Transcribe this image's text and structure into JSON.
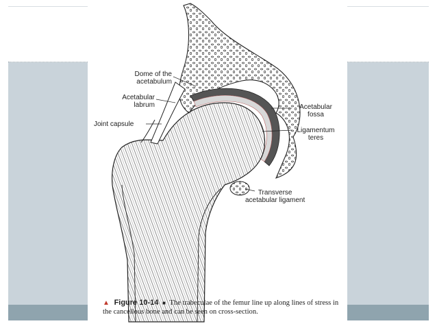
{
  "labels": {
    "dome": "Dome of the\nacetabulum",
    "labrum": "Acetabular\nlabrum",
    "capsule": "Joint capsule",
    "fossa": "Acetabular\nfossa",
    "teres": "Ligamentum\nteres",
    "transverse": "Transverse\nacetabular ligament"
  },
  "caption": {
    "figure_number": "Figure 10-14",
    "separator": "■",
    "text": "The trabeculae of the femur line up along lines of stress in the cancellous bone and can be seen on cross-section."
  },
  "colors": {
    "band": "#c9d3da",
    "band_dark": "#8fa4ae",
    "triangle": "#c0392b"
  }
}
